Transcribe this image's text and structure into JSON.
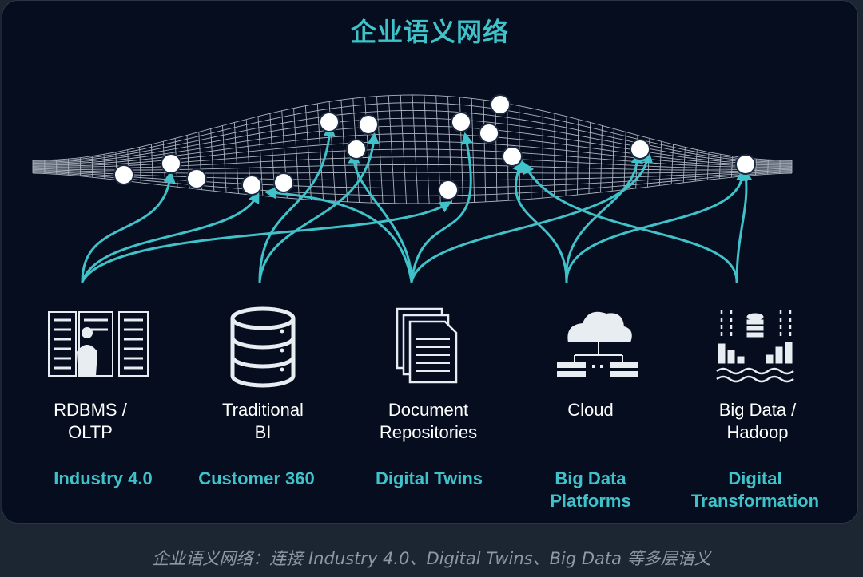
{
  "title": "企业语义网络",
  "sources": [
    {
      "line1": "RDBMS /",
      "line2": "OLTP",
      "icon": "server-rack-person-icon"
    },
    {
      "line1": "Traditional",
      "line2": "BI",
      "icon": "database-icon"
    },
    {
      "line1": "Document",
      "line2": "Repositories",
      "icon": "documents-icon"
    },
    {
      "line1": "Cloud",
      "line2": "",
      "icon": "cloud-icon"
    },
    {
      "line1": "Big Data /",
      "line2": "Hadoop",
      "icon": "big-data-icon"
    }
  ],
  "use_cases": [
    {
      "line1": "Industry 4.0",
      "line2": ""
    },
    {
      "line1": "Customer 360",
      "line2": ""
    },
    {
      "line1": "Digital Twins",
      "line2": ""
    },
    {
      "line1": "Big Data",
      "line2": "Platforms"
    },
    {
      "line1": "Digital",
      "line2": "Transformation"
    }
  ],
  "caption": "企业语义网络：连接 Industry 4.0、Digital Twins、Big Data 等多层语义",
  "colors": {
    "accent": "#3fc2c9",
    "background": "#050d1f",
    "text": "#ffffff",
    "caption": "#8e99a7"
  }
}
